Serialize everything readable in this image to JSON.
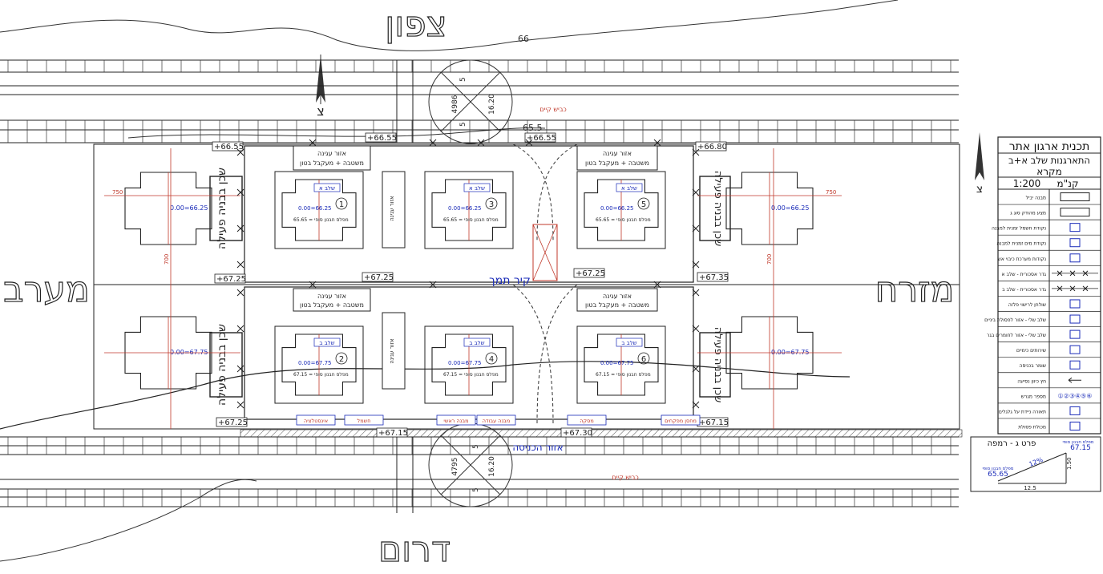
{
  "compass": {
    "north": "צפון",
    "south": "דרום",
    "west": "מערב",
    "east": "מזרח"
  },
  "north_letter": "צ",
  "contours": [
    "66",
    "65.5"
  ],
  "roads": {
    "existing_road_top": "כביש קיים",
    "existing_road_bottom": "כביש קיים"
  },
  "roundabouts": {
    "top": {
      "a": "4986",
      "b": "16.20",
      "c": "5",
      "d": "5"
    },
    "bottom": {
      "a": "4795",
      "b": "16.20",
      "c": "5",
      "d": "5"
    }
  },
  "levels": {
    "tl": "+66.55",
    "tc1": "+66.55",
    "tc2": "+66.55",
    "tr": "+66.80",
    "ml": "+67.25",
    "mc": "+67.25",
    "mc2": "+67.25",
    "mr": "+67.35",
    "bl": "+67.25",
    "bc1": "+67.15",
    "bc2": "+67.30",
    "br": "+67.15"
  },
  "zones": {
    "waiting_label": "אזור עגינה",
    "bed_label": "משטבה + מעקבל בטון",
    "wall_label": "קיר תמך",
    "entrance_label": "אזור הכניסה"
  },
  "buildings": {
    "b1": {
      "num": "1",
      "stage": "שלב א",
      "pad": "0.00=66.25",
      "final": "מפלס חבנון סופי = 65.65"
    },
    "b3": {
      "num": "3",
      "stage": "שלב א",
      "pad": "0.00=66.25",
      "final": "מפלס חבנון סופי = 65.65"
    },
    "b5": {
      "num": "5",
      "stage": "שלב א",
      "pad": "0.00=66.25",
      "final": "מפלס חבנון סופי = 65.65"
    },
    "b2": {
      "num": "2",
      "stage": "שלב ב",
      "pad": "0.00=67.75",
      "final": "מפלס חבנון סופי = 67.15"
    },
    "b4": {
      "num": "4",
      "stage": "שלב ב",
      "pad": "0.00=67.75",
      "final": "מפלס חבנון סופי = 67.15"
    },
    "b6": {
      "num": "6",
      "stage": "שלב ב",
      "pad": "0.00=67.75",
      "final": "מפלס חבנון סופי = 67.15"
    }
  },
  "neighbors": {
    "wl": "0.00=66.25",
    "wl2": "0.00=67.75",
    "el": "0.00=66.25",
    "el2": "0.00=67.75",
    "west_label": "שכן בבניה פעילה",
    "east_label": "שכן בבניה פעילה"
  },
  "dims": {
    "d750": "750",
    "d700": "700"
  },
  "bottom_strip": [
    "אינסטלציה",
    "חשמל",
    "מבנה ראשי",
    "מבנה עבודה",
    "מסקה",
    "מחסן מפקחים"
  ],
  "legend": {
    "title": "תכנית ארגון אתר",
    "subtitle": "התארגנות שלב א+ב",
    "key_heading": "מקרא",
    "scale_label": "קנ\"מ",
    "scale": "1:200",
    "rows": [
      {
        "label": "מבנה יביל",
        "icon": "rect"
      },
      {
        "label": "מצע מהודק סוג ג",
        "icon": "rect-box"
      },
      {
        "label": "נקודת חשמל זמנית למבנה",
        "icon": "box-e"
      },
      {
        "label": "נקודת מים זמנית למבנה",
        "icon": "box-m"
      },
      {
        "label": "נקודות מערכת כיבוי אש",
        "icon": "box-f"
      },
      {
        "label": "גדר אסכורית - שלב א",
        "icon": "fence-a"
      },
      {
        "label": "גדר אסכורית - שלב ב",
        "icon": "fence-b"
      },
      {
        "label": "שולחן לרישוי פלזה",
        "icon": "table"
      },
      {
        "label": "שלב שלי - אזור לפסולת ביניים",
        "icon": "waste-a"
      },
      {
        "label": "שלב שלי - אזור לחומרים בגר",
        "icon": "waste-b"
      },
      {
        "label": "שירותים כימיים",
        "icon": "wc"
      },
      {
        "label": "שומר בכניסה",
        "icon": "guard"
      },
      {
        "label": "חץ כיוון נסיעה",
        "icon": "arrow"
      },
      {
        "label": "מספר מגרש",
        "icon": "numbers"
      },
      {
        "label": "תאורה ניידת על גלגלים",
        "icon": "light"
      },
      {
        "label": "מכולת פסולת",
        "icon": "container"
      }
    ],
    "numbers_sample": "①②③④⑤⑥"
  },
  "ramp": {
    "title": "פרט ג - רמפה",
    "top_level": "67.15",
    "top_label": "מפלס חבנון סופי",
    "low_level": "65.65",
    "low_label": "מפלס חבנון סופי",
    "slope": "12%",
    "length": "12.5",
    "height": "1.50"
  },
  "colors": {
    "line": "#222222",
    "blue": "#1a2bb8",
    "red": "#c0392b"
  }
}
